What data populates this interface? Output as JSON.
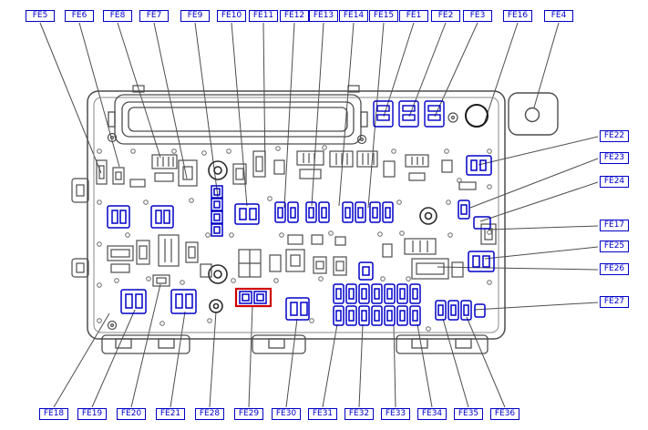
{
  "diagram": {
    "name": "fuse-box-component-diagram",
    "accent_color": "#0000c8",
    "outline_color": "#4d4d4d",
    "highlight_color": "#d10000",
    "labels": {
      "top": [
        "FE5",
        "FE6",
        "FE8",
        "FE7",
        "FE9",
        "FE10",
        "FE11",
        "FE12",
        "FE13",
        "FE14",
        "FE15",
        "FE1",
        "FE2",
        "FE3",
        "FE16",
        "FE4"
      ],
      "right": [
        "FE22",
        "FE23",
        "FE24",
        "FE17",
        "FE25",
        "FE26",
        "FE27"
      ],
      "bottom": [
        "FE18",
        "FE19",
        "FE20",
        "FE21",
        "FE28",
        "FE29",
        "FE30",
        "FE31",
        "FE32",
        "FE33",
        "FE34",
        "FE35",
        "FE36"
      ]
    }
  }
}
